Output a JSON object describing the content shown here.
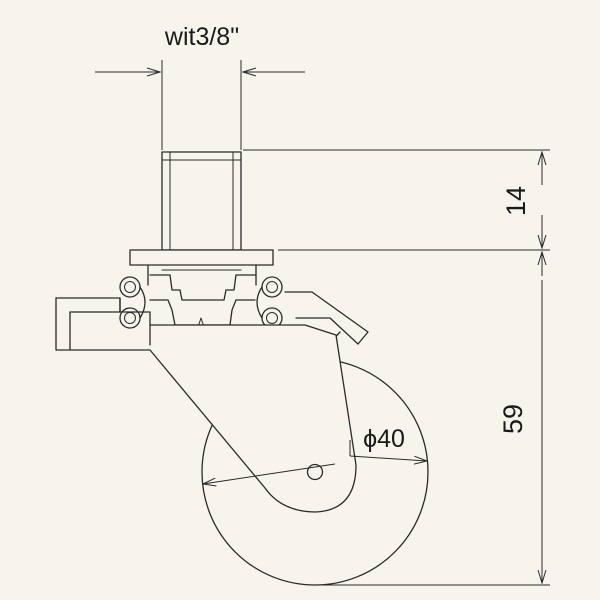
{
  "colors": {
    "background": "#f7f4ec",
    "line": "#2a2a2a"
  },
  "labels": {
    "thread": "wit3/8\"",
    "stem_height": "14",
    "total_height": "59",
    "wheel_diameter": "ϕ40"
  }
}
